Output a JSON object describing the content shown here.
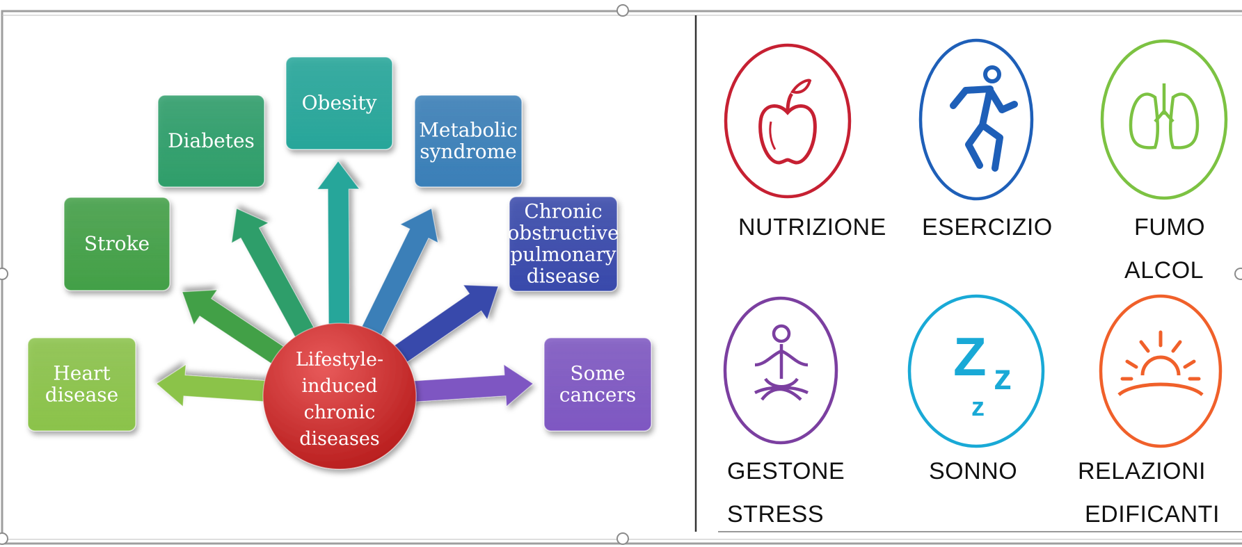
{
  "diagram": {
    "center": {
      "lines": [
        "Lifestyle-",
        "induced",
        "chronic",
        "diseases"
      ],
      "color": "#c62828"
    },
    "nodes": [
      {
        "id": "heart",
        "lines": [
          "Heart",
          "disease"
        ],
        "color": "#8bc34a"
      },
      {
        "id": "stroke",
        "lines": [
          "Stroke"
        ],
        "color": "#43a047"
      },
      {
        "id": "diabetes",
        "lines": [
          "Diabetes"
        ],
        "color": "#2e9e6a"
      },
      {
        "id": "obesity",
        "lines": [
          "Obesity"
        ],
        "color": "#26a69a"
      },
      {
        "id": "metabolic",
        "lines": [
          "Metabolic",
          "syndrome"
        ],
        "color": "#3a7fb8"
      },
      {
        "id": "copd",
        "lines": [
          "Chronic",
          "obstructive",
          "pulmonary",
          "disease"
        ],
        "color": "#3949ab"
      },
      {
        "id": "cancers",
        "lines": [
          "Some",
          "cancers"
        ],
        "color": "#7e57c2"
      }
    ]
  },
  "wellness": {
    "items": [
      {
        "id": "nutrizione",
        "icon": "apple-icon",
        "color": "#c62032",
        "label_lines": [
          "NUTRIZIONE"
        ]
      },
      {
        "id": "esercizio",
        "icon": "runner-icon",
        "color": "#1e5fb8",
        "label_lines": [
          "ESERCIZIO"
        ]
      },
      {
        "id": "fumo-alcol",
        "icon": "lungs-icon",
        "color": "#7cc242",
        "label_lines": [
          "FUMO",
          "ALCOL"
        ]
      },
      {
        "id": "stress",
        "icon": "meditation-icon",
        "color": "#7b3fa0",
        "label_lines": [
          "GESTONE",
          "STRESS"
        ]
      },
      {
        "id": "sonno",
        "icon": "sleep-icon",
        "color": "#19a9d6",
        "label_lines": [
          "SONNO"
        ]
      },
      {
        "id": "relazioni",
        "icon": "sunrise-icon",
        "color": "#f0602a",
        "label_lines": [
          "RELAZIONI",
          "EDIFICANTI"
        ]
      }
    ]
  }
}
